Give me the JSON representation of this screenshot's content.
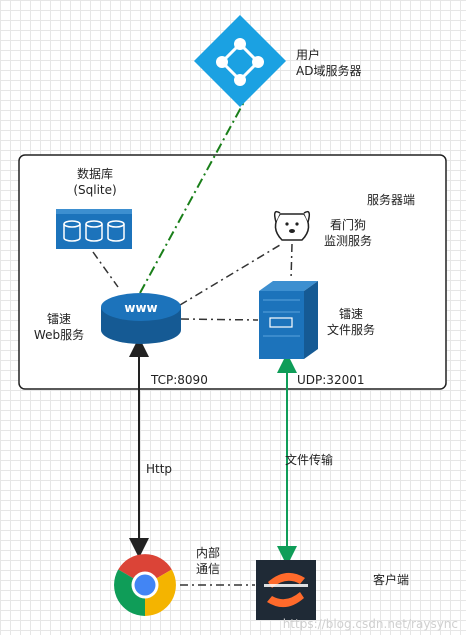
{
  "nodes": {
    "user_ad": {
      "line1": "用户",
      "line2": "AD域服务器"
    },
    "database": {
      "line1": "数据库",
      "line2": "(Sqlite)"
    },
    "watchdog": {
      "line1": "看门狗",
      "line2": "监测服务"
    },
    "web_server": {
      "line1": "镭速",
      "line2": "Web服务",
      "icon_text": "www"
    },
    "file_server": {
      "line1": "镭速",
      "line2": "文件服务"
    },
    "chrome": {
      "icon": "chrome-browser-icon"
    },
    "client_app": {
      "icon": "raysync-client-icon"
    }
  },
  "groups": {
    "server_side": "服务器端",
    "client_side": "客户端"
  },
  "ports": {
    "tcp": "TCP:8090",
    "udp": "UDP:32001"
  },
  "edges": {
    "http": "Http",
    "file_transfer": "文件传输",
    "internal_line1": "内部",
    "internal_line2": "通信"
  },
  "watermark": "https://blog.csdn.net/raysync",
  "colors": {
    "azure_blue": "#1ba1e2",
    "server_blue": "#1c73bb",
    "server_dark": "#155a94",
    "green_line": "#1a7f1a",
    "green_arrow": "#0f9d58",
    "dark_line": "#333333"
  }
}
